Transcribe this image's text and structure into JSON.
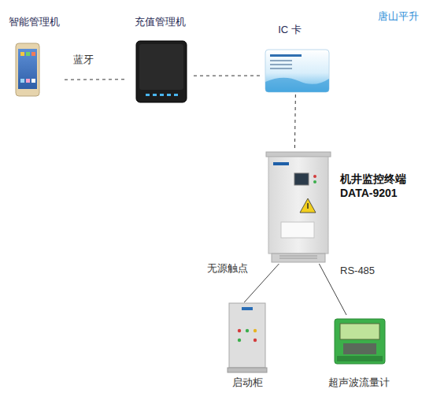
{
  "diagram": {
    "nodes": [
      {
        "text": [
          "智能管理机"
        ]
      },
      {
        "text": [
          "充值管理机"
        ]
      },
      {
        "text": [
          "IC 卡"
        ]
      },
      {
        "text": [
          "机井监控终端 DATA-9201"
        ]
      },
      {
        "text": [
          "启动柜"
        ]
      },
      {
        "text": [
          "超声波流量计"
        ]
      }
    ],
    "edges": [
      {
        "from": 0,
        "to": 1,
        "arrow": "none",
        "label": "蓝牙"
      },
      {
        "from": 1,
        "to": 2,
        "arrow": "none"
      },
      {
        "from": 2,
        "to": 3,
        "arrow": "none"
      },
      {
        "from": 3,
        "to": 4,
        "arrow": "none",
        "label": "无源触点"
      },
      {
        "from": 3,
        "to": 5,
        "arrow": "none",
        "label": "RS-485"
      }
    ],
    "labels": [
      "唐山平升"
    ]
  }
}
